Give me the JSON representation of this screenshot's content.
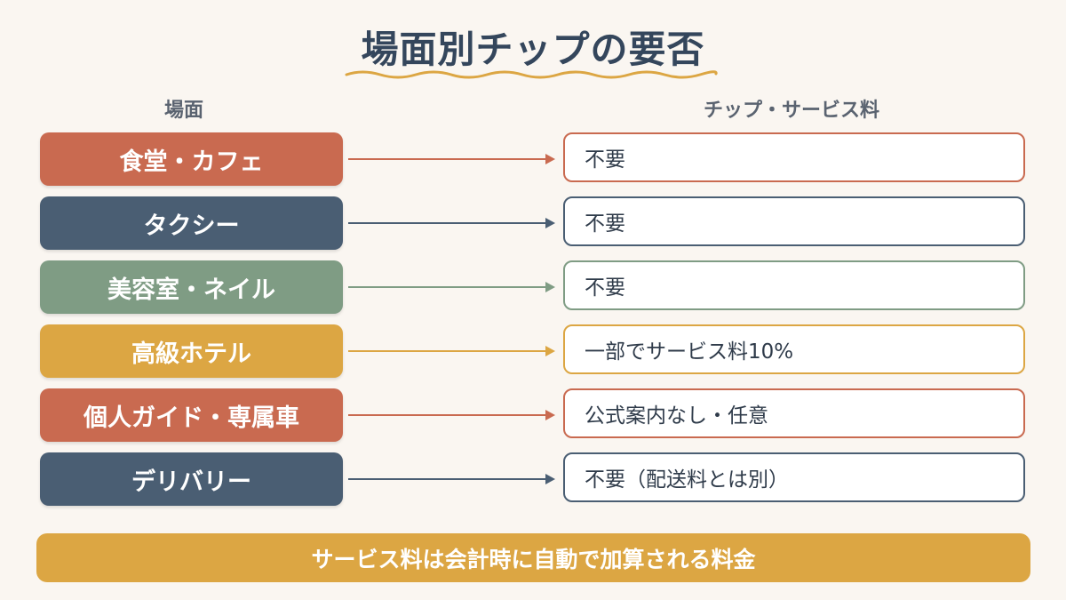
{
  "title": "場面別チップの要否",
  "headers": {
    "scene": "場面",
    "tip": "チップ・サービス料"
  },
  "colors": {
    "terracotta": "#c96a50",
    "navy": "#4a5e73",
    "sage": "#7f9c84",
    "mustard": "#dca643"
  },
  "rows": [
    {
      "scene": "食堂・カフェ",
      "tip": "不要",
      "color": "#c96a50"
    },
    {
      "scene": "タクシー",
      "tip": "不要",
      "color": "#4a5e73"
    },
    {
      "scene": "美容室・ネイル",
      "tip": "不要",
      "color": "#7f9c84"
    },
    {
      "scene": "高級ホテル",
      "tip": "一部でサービス料10%",
      "color": "#dca643"
    },
    {
      "scene": "個人ガイド・専属車",
      "tip": "公式案内なし・任意",
      "color": "#c96a50"
    },
    {
      "scene": "デリバリー",
      "tip": "不要（配送料とは別）",
      "color": "#4a5e73"
    }
  ],
  "note": "サービス料は会計時に自動で加算される料金"
}
